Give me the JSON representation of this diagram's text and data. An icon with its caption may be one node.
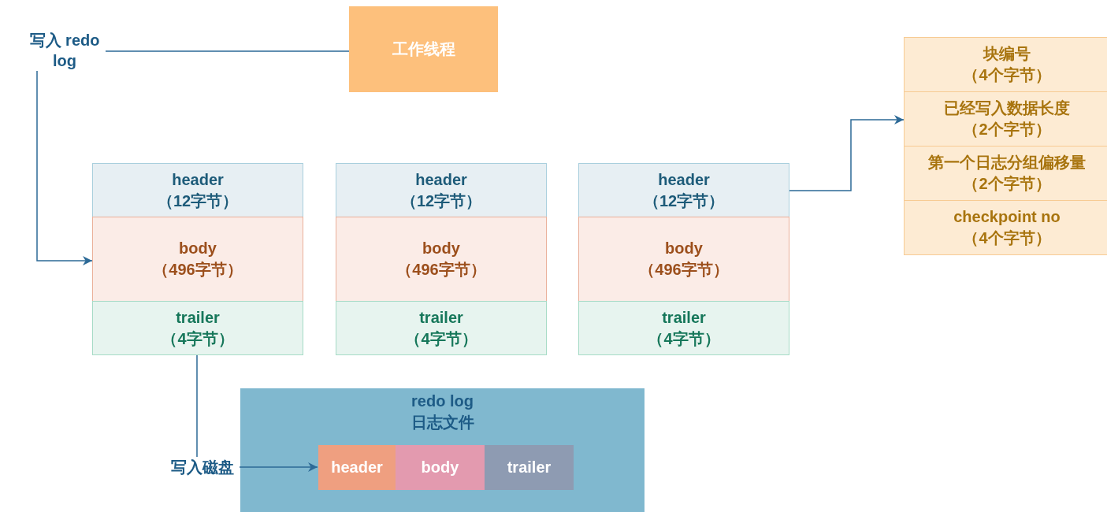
{
  "diagram": {
    "nodes": [
      {
        "text": [
          "工作线程"
        ]
      },
      {
        "text": [
          "header",
          "（12字节）"
        ]
      },
      {
        "text": [
          "body",
          "（496字节）"
        ]
      },
      {
        "text": [
          "trailer",
          "（4字节）"
        ]
      },
      {
        "text": [
          "header",
          "（12字节）"
        ]
      },
      {
        "text": [
          "body",
          "（496字节）"
        ]
      },
      {
        "text": [
          "trailer",
          "（4字节）"
        ]
      },
      {
        "text": [
          "header",
          "（12字节）"
        ]
      },
      {
        "text": [
          "body",
          "（496字节）"
        ]
      },
      {
        "text": [
          "trailer",
          "（4字节）"
        ]
      },
      {
        "text": [
          "块编号",
          "（4个字节）"
        ]
      },
      {
        "text": [
          "已经写入数据长度",
          "（2个字节）"
        ]
      },
      {
        "text": [
          "第一个日志分组偏移量",
          "（2个字节）"
        ]
      },
      {
        "text": [
          "checkpoint no",
          "（4个字节）"
        ]
      },
      {
        "text": [
          "redo log",
          "日志文件"
        ]
      },
      {
        "text": [
          "header"
        ],
        "in": 14
      },
      {
        "text": [
          "body"
        ],
        "in": 14
      },
      {
        "text": [
          "trailer"
        ],
        "in": 14
      }
    ],
    "edges": [
      {
        "from": 0,
        "to": 2,
        "arrow": "to",
        "label": "写入 redo log"
      },
      {
        "from": 7,
        "to": 11,
        "arrow": "to"
      },
      {
        "from": 3,
        "to": 15,
        "arrow": "to",
        "label": "写入磁盘"
      }
    ]
  }
}
